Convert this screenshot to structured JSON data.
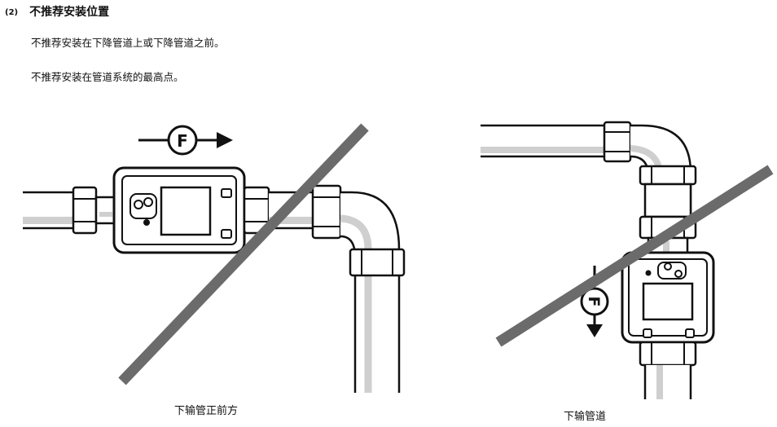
{
  "section": {
    "number": "(2)",
    "title": "不推荐安装位置"
  },
  "paragraphs": [
    "不推荐安装在下降管道上或下降管道之前。",
    "不推荐安装在管道系统的最高点。"
  ],
  "figures": [
    {
      "flow_label": "F",
      "caption": "下输管正前方"
    },
    {
      "flow_label": "F",
      "caption": "下输管道"
    }
  ]
}
